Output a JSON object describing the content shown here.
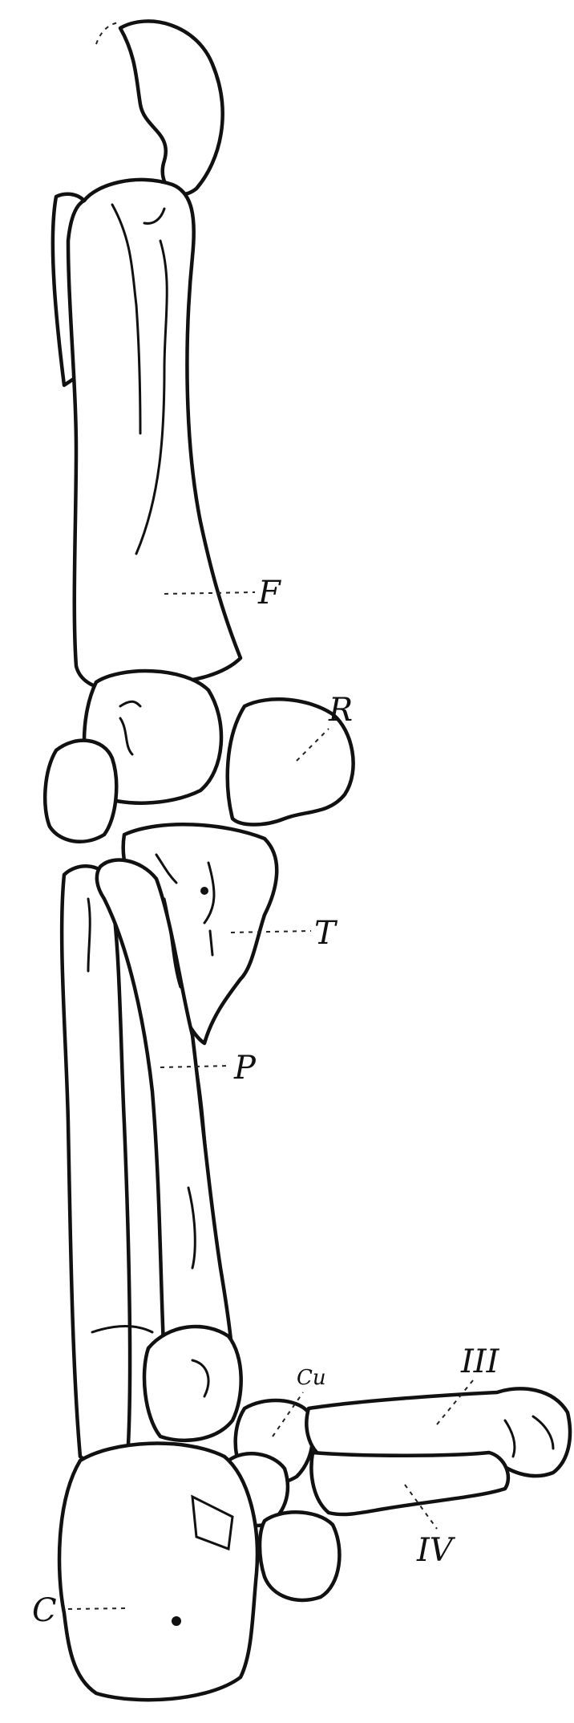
{
  "figure": {
    "labels": {
      "F": "F",
      "R": "R",
      "T": "T",
      "P": "P",
      "Cu": "Cu",
      "III": "III",
      "IV": "IV",
      "C": "C"
    }
  }
}
